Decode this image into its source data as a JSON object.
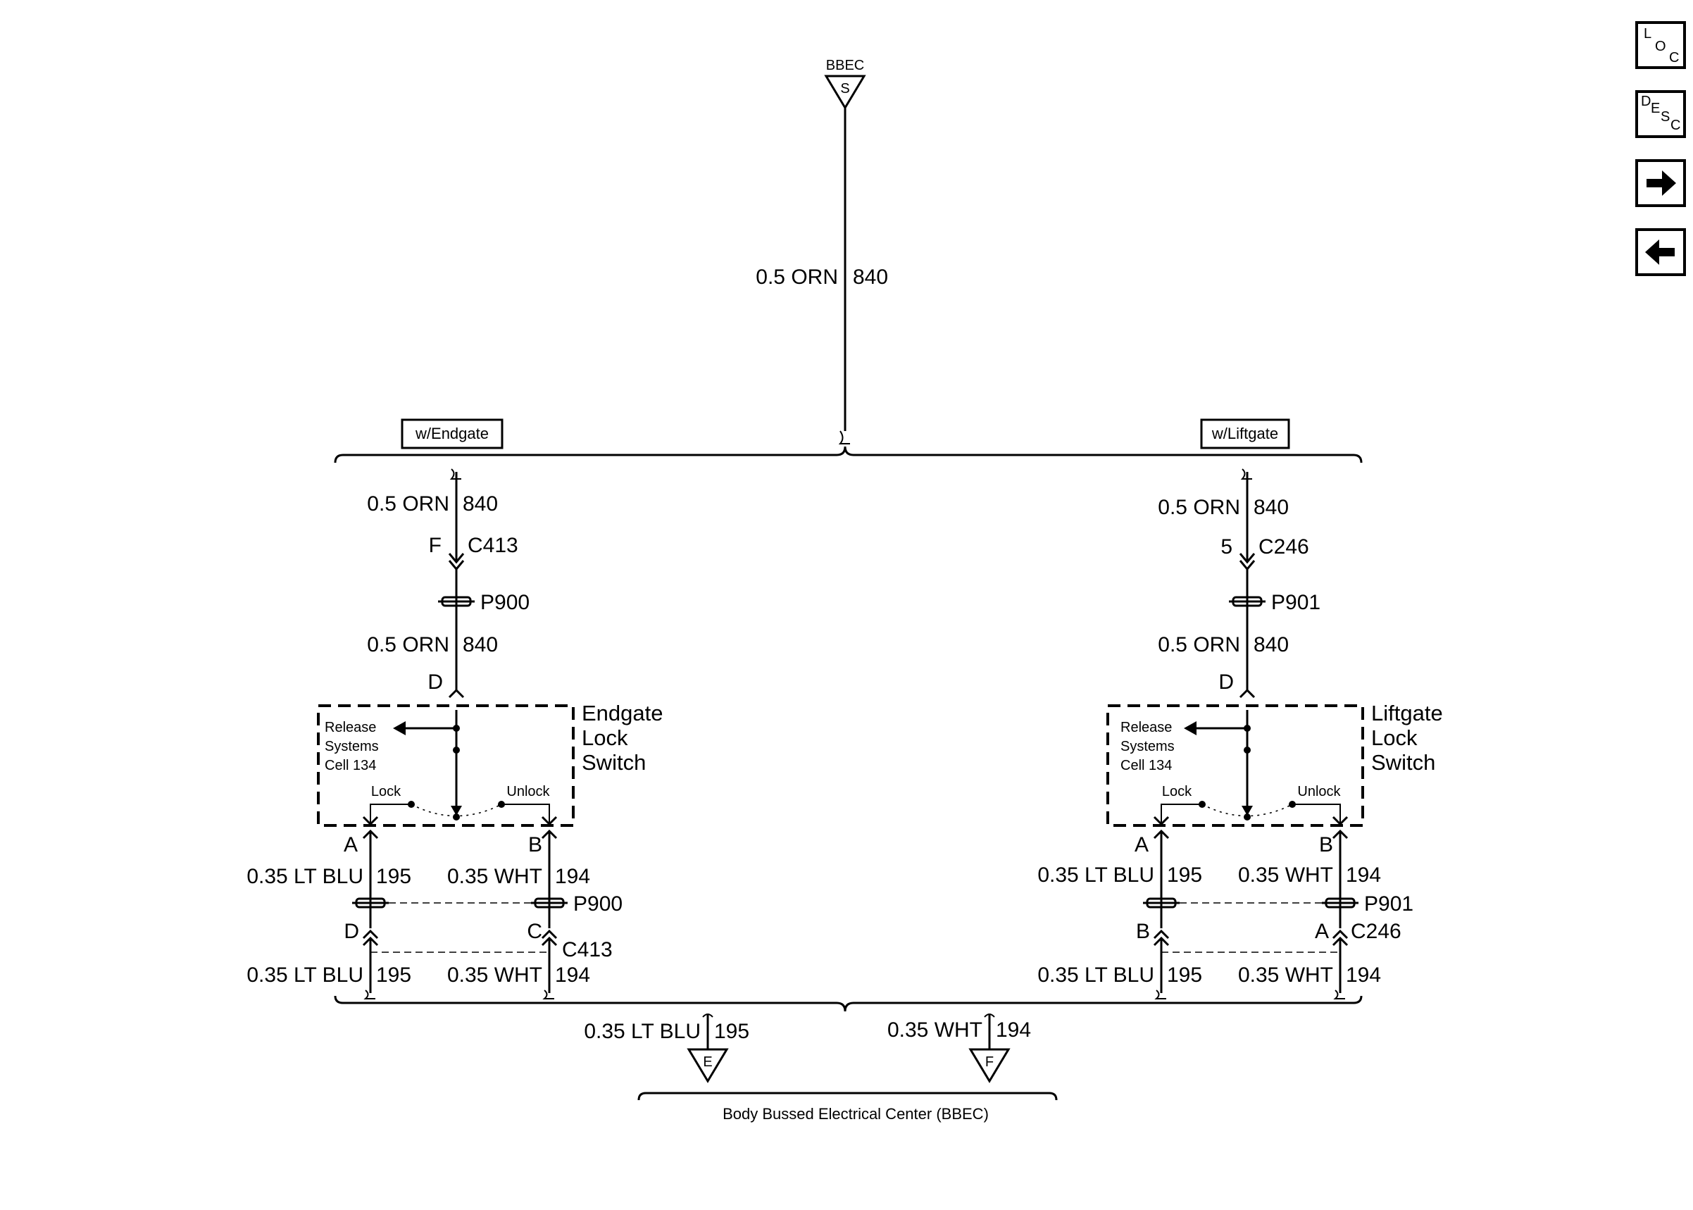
{
  "source": {
    "label": "BBEC",
    "terminal": "S",
    "wire": "0.5 ORN",
    "circuit": "840"
  },
  "options": {
    "left": "w/Endgate",
    "right": "w/Liftgate"
  },
  "endgate": {
    "wire1": "0.5 ORN",
    "circuit1": "840",
    "connector_pin": "F",
    "connector": "C413",
    "splice": "P900",
    "wire2": "0.5 ORN",
    "circuit2": "840",
    "switch_pin": "D",
    "switch_name": [
      "Endgate",
      "Lock",
      "Switch"
    ],
    "ref": [
      "Release",
      "Systems",
      "Cell 134"
    ],
    "lock_label": "Lock",
    "unlock_label": "Unlock",
    "out_pin_left": "A",
    "out_pin_right": "B",
    "out_wire_left": "0.35 LT BLU",
    "out_circ_left": "195",
    "out_wire_right": "0.35 WHT",
    "out_circ_right": "194",
    "splice2": "P900",
    "conn2_pin_left": "D",
    "conn2_pin_right": "C",
    "conn2": "C413",
    "bot_wire_left": "0.35 LT BLU",
    "bot_circ_left": "195",
    "bot_wire_right": "0.35 WHT",
    "bot_circ_right": "194"
  },
  "liftgate": {
    "wire1": "0.5 ORN",
    "circuit1": "840",
    "connector_pin": "5",
    "connector": "C246",
    "splice": "P901",
    "wire2": "0.5 ORN",
    "circuit2": "840",
    "switch_pin": "D",
    "switch_name": [
      "Liftgate",
      "Lock",
      "Switch"
    ],
    "ref": [
      "Release",
      "Systems",
      "Cell 134"
    ],
    "lock_label": "Lock",
    "unlock_label": "Unlock",
    "out_pin_left": "A",
    "out_pin_right": "B",
    "out_wire_left": "0.35 LT BLU",
    "out_circ_left": "195",
    "out_wire_right": "0.35 WHT",
    "out_circ_right": "194",
    "splice2": "P901",
    "conn2_pin_left": "B",
    "conn2_pin_right": "A",
    "conn2": "C246",
    "bot_wire_left": "0.35 LT BLU",
    "bot_circ_left": "195",
    "bot_wire_right": "0.35 WHT",
    "bot_circ_right": "194"
  },
  "outputs": {
    "left_wire": "0.35 LT BLU",
    "left_circuit": "195",
    "left_terminal": "E",
    "right_wire": "0.35 WHT",
    "right_circuit": "194",
    "right_terminal": "F",
    "component": "Body Bussed Electrical Center (BBEC)"
  },
  "nav": {
    "loc": [
      "L",
      "O",
      "C"
    ],
    "desc": [
      "D",
      "E",
      "S",
      "C"
    ],
    "forward_icon": "arrow-right",
    "back_icon": "arrow-left"
  }
}
